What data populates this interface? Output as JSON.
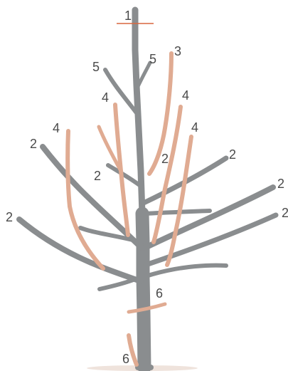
{
  "diagram": {
    "colors": {
      "branch": "#8a8d8f",
      "pruned_shoot": "#e0ab92",
      "pruned_shoot_edge": "#c98f74",
      "cut_line": "#d9663f",
      "ground": "#efe3dc",
      "label": "#4a4a4a"
    },
    "labels": {
      "leader_cut": "1",
      "upper_left_2": "2",
      "left_2": "2",
      "inner_left_2": "2",
      "inner_right_2": "2",
      "upper_right_2": "2",
      "right_2a": "2",
      "right_2b": "2",
      "top_right_3": "3",
      "right_4": "4",
      "far_right_4": "4",
      "inner_left_4": "4",
      "far_left_4": "4",
      "top_left_5": "5",
      "top_right_5": "5",
      "trunk_6": "6",
      "base_6": "6"
    }
  }
}
